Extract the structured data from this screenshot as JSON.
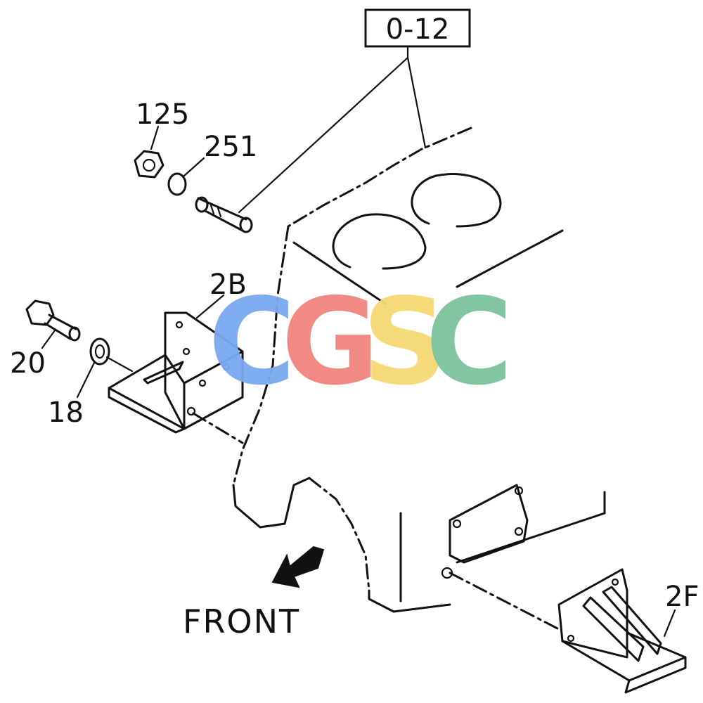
{
  "reference_box": "0-12",
  "labels": {
    "nut": "125",
    "washer_small": "251",
    "bracket_left": "2B",
    "bolt": "20",
    "washer": "18",
    "bracket_right": "2F"
  },
  "front_label": "FRONT",
  "watermark": {
    "letters": [
      "C",
      "G",
      "S",
      "C"
    ],
    "colors": [
      "#7aa9f0",
      "#f0847c",
      "#f6d771",
      "#7cc49c"
    ]
  }
}
